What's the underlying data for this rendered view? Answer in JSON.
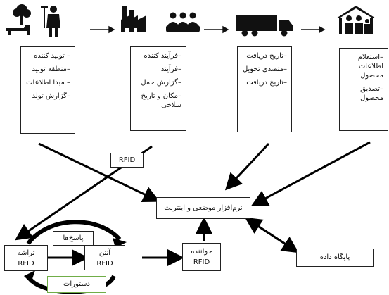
{
  "diagram": {
    "stages": [
      {
        "id": "producer",
        "icon": "farmer-icon",
        "items": [
          "– تولید کننده",
          "–منطقه تولید",
          "– مبدا اطلاعات",
          "–گزارش تولد"
        ]
      },
      {
        "id": "processor",
        "icon": "factory-icon",
        "items": [
          "–فرآیند کننده",
          "–فرآیند",
          "–گزارش حمل",
          "–مکان و تاریخ سلاخی"
        ]
      },
      {
        "id": "distributor",
        "icon": "truck-icon",
        "items": [
          "–تاریخ دریافت",
          "–متصدی تحویل",
          "–تاریخ دریافت"
        ]
      },
      {
        "id": "consumer",
        "icon": "family-house-icon",
        "items": [
          "–استعلام اطلاعات محصول",
          "–تصدیق محصول"
        ]
      }
    ],
    "rfid_tag_label": "RFID",
    "middleware": "نرم‌افزار موضعی و اینترنت",
    "database": "پایگاه داده",
    "chip": {
      "line1": "تراشه",
      "line2": "RFID"
    },
    "antenna": {
      "line1": "آنتن",
      "line2": "RFID"
    },
    "reader": {
      "line1": "خواننده",
      "line2": "RFID"
    },
    "responses": "پاسخ‌ها",
    "commands": "دستورات",
    "colors": {
      "line": "#000000",
      "box_border": "#222222",
      "commands_border": "#70ad47"
    }
  }
}
